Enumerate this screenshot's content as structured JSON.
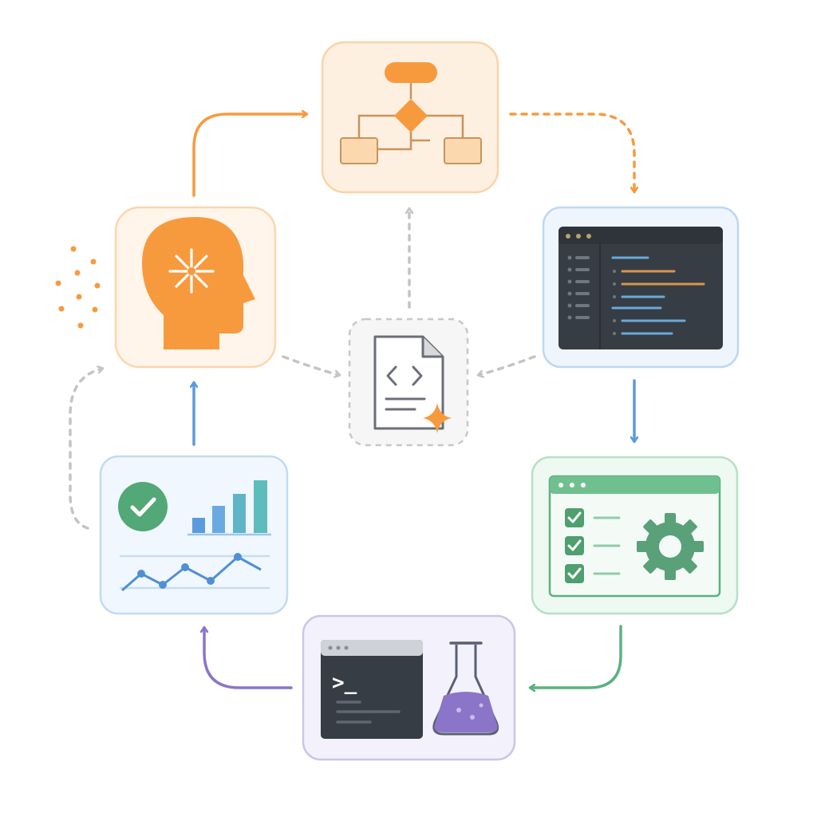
{
  "diagram": {
    "nodes": [
      {
        "id": "ideation",
        "icon": "head-with-spark-icon",
        "color": "#f79a3e"
      },
      {
        "id": "planning",
        "icon": "flowchart-icon",
        "color": "#f0a35c"
      },
      {
        "id": "coding",
        "icon": "code-editor-icon",
        "color": "#8cb6e6"
      },
      {
        "id": "testing",
        "icon": "test-checklist-gear-icon",
        "color": "#7cc39a"
      },
      {
        "id": "experimentation",
        "icon": "terminal-flask-icon",
        "color": "#b3a7dc"
      },
      {
        "id": "evaluation",
        "icon": "metrics-dashboard-icon",
        "color": "#a9c9ee"
      },
      {
        "id": "center-document",
        "icon": "code-document-sparkle-icon",
        "color": "#bdbdbd"
      }
    ],
    "terminal_prompt": ">_",
    "colors": {
      "orange": "#f79a3e",
      "blue": "#5b9bdc",
      "green": "#5ab27f",
      "purple": "#8a75c9",
      "gray": "#c4c4c4",
      "dark_panel": "#363d44"
    }
  }
}
